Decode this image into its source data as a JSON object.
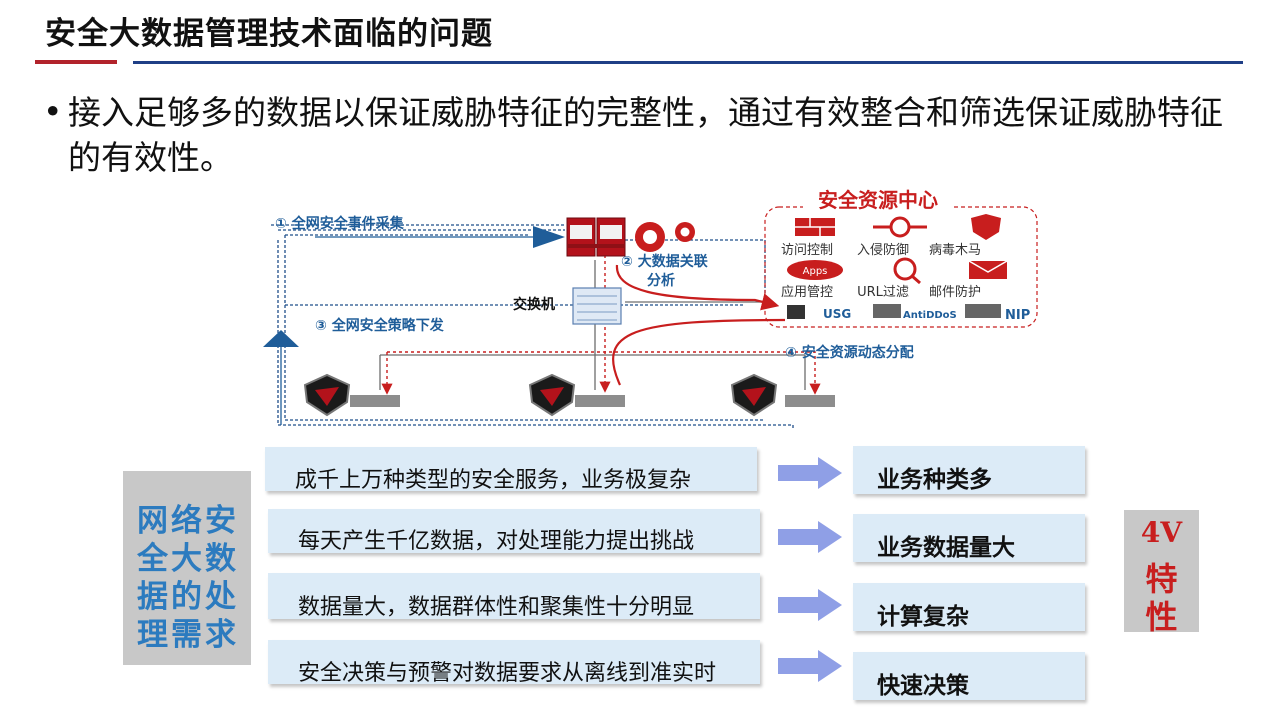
{
  "slide": {
    "title": "安全大数据管理技术面临的问题",
    "bullet_text": "接入足够多的数据以保证威胁特征的完整性，通过有效整合和筛选保证威胁特征的有效性。"
  },
  "diagram": {
    "resource_center_title": "安全资源中心",
    "resource_items": [
      "访问控制",
      "入侵防御",
      "病毒木马",
      "应用管控",
      "URL过滤",
      "邮件防护"
    ],
    "products": [
      "USG",
      "AntiDDoS",
      "NIP"
    ],
    "apps_badge": "Apps",
    "switch_label": "交换机",
    "step1": "① 全网安全事件采集",
    "step2_line1": "② 大数据关联",
    "step2_line2": "分析",
    "step3": "③ 全网安全策略下发",
    "step4": "④ 安全资源动态分配"
  },
  "requirements": {
    "label_lines": [
      "网络安",
      "全大数",
      "据的处",
      "理需求"
    ],
    "challenges": [
      "成千上万种类型的安全服务，业务极复杂",
      "每天产生千亿数据，对处理能力提出挑战",
      "数据量大，数据群体性和聚集性十分明显",
      "安全决策与预警对数据要求从离线到准实时"
    ],
    "outcomes": [
      "业务种类多",
      "业务数据量大",
      "计算复杂",
      "快速决策"
    ]
  },
  "v4": {
    "line1": "4V",
    "line2": "特",
    "line3": "性"
  },
  "colors": {
    "accent_red": "#b2232b",
    "accent_blue": "#1f3f86",
    "panel_bg": "#dcebf7",
    "label_blue": "#2c7bbf",
    "v4_red": "#c81e1e"
  }
}
